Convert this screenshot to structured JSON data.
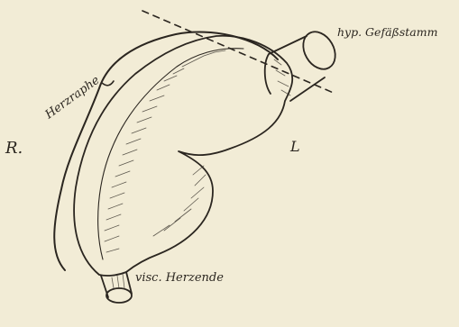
{
  "figure": {
    "labels": {
      "right_side": "R.",
      "left_side": "L",
      "raphe": "Herzraphe",
      "vessel_trunk": "hyp. Gefäßstamm",
      "visceral_end": "visc. Herzende"
    },
    "colors": {
      "paper": "#f2ecd6",
      "ink": "#2b2620"
    }
  }
}
